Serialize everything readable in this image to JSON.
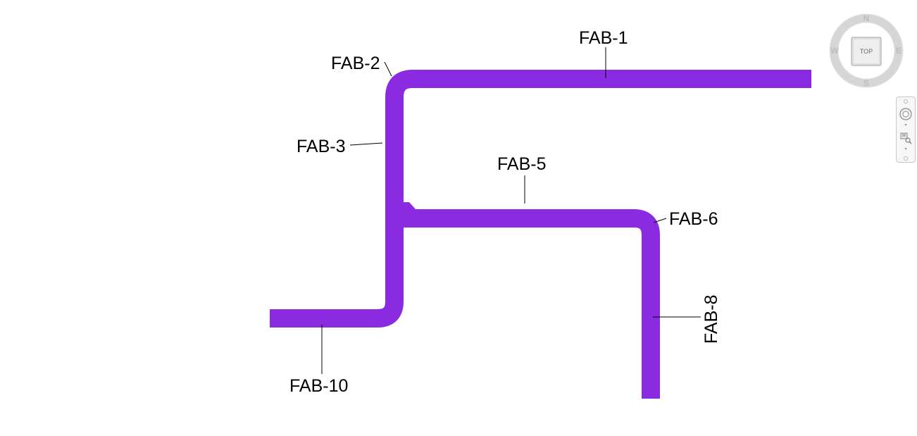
{
  "colors": {
    "duct": "#8a2be2",
    "leader": "#000000",
    "viewcube": "#c8c8c8"
  },
  "tags": {
    "fab1": "FAB-1",
    "fab2": "FAB-2",
    "fab3": "FAB-3",
    "fab5": "FAB-5",
    "fab6": "FAB-6",
    "fab8": "FAB-8",
    "fab10": "FAB-10"
  },
  "viewcube": {
    "face": "TOP",
    "north": "N",
    "south": "S",
    "east": "E",
    "west": "W"
  },
  "navbar": {
    "icons": [
      "full-navigation-wheel-icon",
      "zoom-region-icon"
    ]
  }
}
